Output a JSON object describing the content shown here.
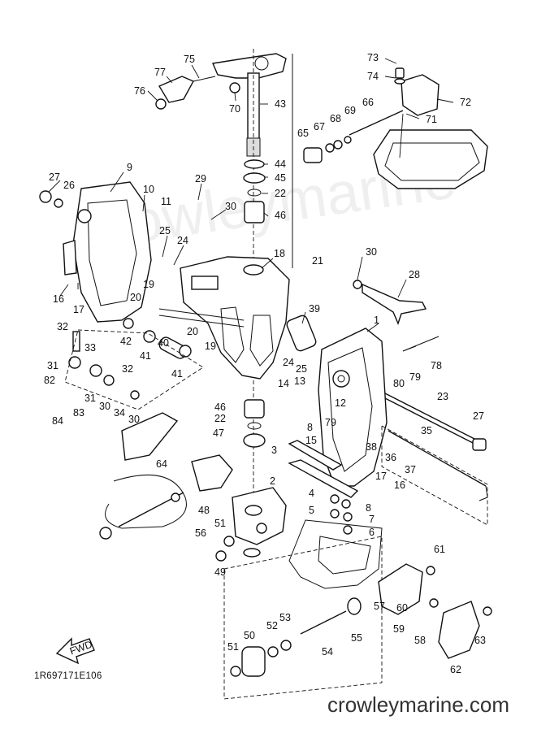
{
  "watermark": "crowleymarine",
  "catalog_code": "1R697171E106",
  "site_credit": "crowleymarine.com",
  "fwd_arrow_label": "FWD",
  "callouts": [
    {
      "id": "75",
      "text": "75"
    },
    {
      "id": "77",
      "text": "77"
    },
    {
      "id": "76",
      "text": "76"
    },
    {
      "id": "70",
      "text": "70"
    },
    {
      "id": "43",
      "text": "43"
    },
    {
      "id": "44",
      "text": "44"
    },
    {
      "id": "45",
      "text": "45"
    },
    {
      "id": "22a",
      "text": "22"
    },
    {
      "id": "46a",
      "text": "46"
    },
    {
      "id": "73",
      "text": "73"
    },
    {
      "id": "74",
      "text": "74"
    },
    {
      "id": "72",
      "text": "72"
    },
    {
      "id": "66",
      "text": "66"
    },
    {
      "id": "69",
      "text": "69"
    },
    {
      "id": "68",
      "text": "68"
    },
    {
      "id": "67",
      "text": "67"
    },
    {
      "id": "65",
      "text": "65"
    },
    {
      "id": "71",
      "text": "71"
    },
    {
      "id": "9",
      "text": "9"
    },
    {
      "id": "27a",
      "text": "27"
    },
    {
      "id": "26",
      "text": "26"
    },
    {
      "id": "10",
      "text": "10"
    },
    {
      "id": "11",
      "text": "11"
    },
    {
      "id": "29",
      "text": "29"
    },
    {
      "id": "30a",
      "text": "30"
    },
    {
      "id": "25a",
      "text": "25"
    },
    {
      "id": "24a",
      "text": "24"
    },
    {
      "id": "18",
      "text": "18"
    },
    {
      "id": "21",
      "text": "21"
    },
    {
      "id": "30b",
      "text": "30"
    },
    {
      "id": "28",
      "text": "28"
    },
    {
      "id": "16a",
      "text": "16"
    },
    {
      "id": "17a",
      "text": "17"
    },
    {
      "id": "19a",
      "text": "19"
    },
    {
      "id": "20a",
      "text": "20"
    },
    {
      "id": "39",
      "text": "39"
    },
    {
      "id": "1",
      "text": "1"
    },
    {
      "id": "32a",
      "text": "32"
    },
    {
      "id": "42",
      "text": "42"
    },
    {
      "id": "20b",
      "text": "20"
    },
    {
      "id": "41a",
      "text": "41"
    },
    {
      "id": "40",
      "text": "40"
    },
    {
      "id": "19b",
      "text": "19"
    },
    {
      "id": "24b",
      "text": "24"
    },
    {
      "id": "78",
      "text": "78"
    },
    {
      "id": "33",
      "text": "33"
    },
    {
      "id": "32b",
      "text": "32"
    },
    {
      "id": "31a",
      "text": "31"
    },
    {
      "id": "41b",
      "text": "41"
    },
    {
      "id": "25b",
      "text": "25"
    },
    {
      "id": "80",
      "text": "80"
    },
    {
      "id": "79a",
      "text": "79"
    },
    {
      "id": "82",
      "text": "82"
    },
    {
      "id": "31b",
      "text": "31"
    },
    {
      "id": "30c",
      "text": "30"
    },
    {
      "id": "34",
      "text": "34"
    },
    {
      "id": "30d",
      "text": "30"
    },
    {
      "id": "14",
      "text": "14"
    },
    {
      "id": "13",
      "text": "13"
    },
    {
      "id": "12",
      "text": "12"
    },
    {
      "id": "23",
      "text": "23"
    },
    {
      "id": "84",
      "text": "84"
    },
    {
      "id": "83",
      "text": "83"
    },
    {
      "id": "46b",
      "text": "46"
    },
    {
      "id": "22b",
      "text": "22"
    },
    {
      "id": "79b",
      "text": "79"
    },
    {
      "id": "8a",
      "text": "8"
    },
    {
      "id": "15",
      "text": "15"
    },
    {
      "id": "27b",
      "text": "27"
    },
    {
      "id": "47",
      "text": "47"
    },
    {
      "id": "35",
      "text": "35"
    },
    {
      "id": "38",
      "text": "38"
    },
    {
      "id": "3",
      "text": "3"
    },
    {
      "id": "36",
      "text": "36"
    },
    {
      "id": "64",
      "text": "64"
    },
    {
      "id": "37",
      "text": "37"
    },
    {
      "id": "2",
      "text": "2"
    },
    {
      "id": "17b",
      "text": "17"
    },
    {
      "id": "16b",
      "text": "16"
    },
    {
      "id": "4",
      "text": "4"
    },
    {
      "id": "8b",
      "text": "8"
    },
    {
      "id": "48",
      "text": "48"
    },
    {
      "id": "5",
      "text": "5"
    },
    {
      "id": "7",
      "text": "7"
    },
    {
      "id": "51a",
      "text": "51"
    },
    {
      "id": "6",
      "text": "6"
    },
    {
      "id": "56",
      "text": "56"
    },
    {
      "id": "61",
      "text": "61"
    },
    {
      "id": "49",
      "text": "49"
    },
    {
      "id": "60",
      "text": "60"
    },
    {
      "id": "57",
      "text": "57"
    },
    {
      "id": "59",
      "text": "59"
    },
    {
      "id": "53",
      "text": "53"
    },
    {
      "id": "52",
      "text": "52"
    },
    {
      "id": "55",
      "text": "55"
    },
    {
      "id": "50",
      "text": "50"
    },
    {
      "id": "58",
      "text": "58"
    },
    {
      "id": "63",
      "text": "63"
    },
    {
      "id": "51b",
      "text": "51"
    },
    {
      "id": "54",
      "text": "54"
    },
    {
      "id": "62",
      "text": "62"
    }
  ]
}
